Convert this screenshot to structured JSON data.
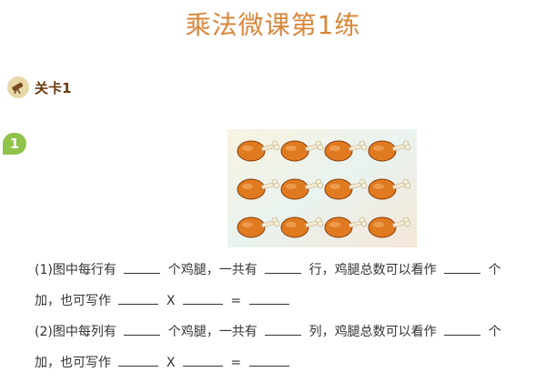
{
  "title": "乘法微课第1练",
  "level": {
    "label": "关卡1"
  },
  "question": {
    "number": "1",
    "lines": [
      {
        "prefix": "(1)图中每行有",
        "unit1": "个鸡腿，一共有",
        "unit2": "行，鸡腿总数可以看作",
        "unit3": "个"
      },
      {
        "prefix": "加，也可写作",
        "times": "X",
        "equals": "="
      },
      {
        "prefix": "(2)图中每列有",
        "unit1": "个鸡腿，一共有",
        "unit2": "列，鸡腿总数可以看作",
        "unit3": "个"
      },
      {
        "prefix": "加，也可写作",
        "times": "X",
        "equals": "="
      }
    ]
  },
  "picture": {
    "rows": 3,
    "cols": 4,
    "item": "drumstick-icon"
  },
  "colors": {
    "title": "#d9863a",
    "badge": "#8fc34a",
    "drumstick": "#e07a20"
  }
}
